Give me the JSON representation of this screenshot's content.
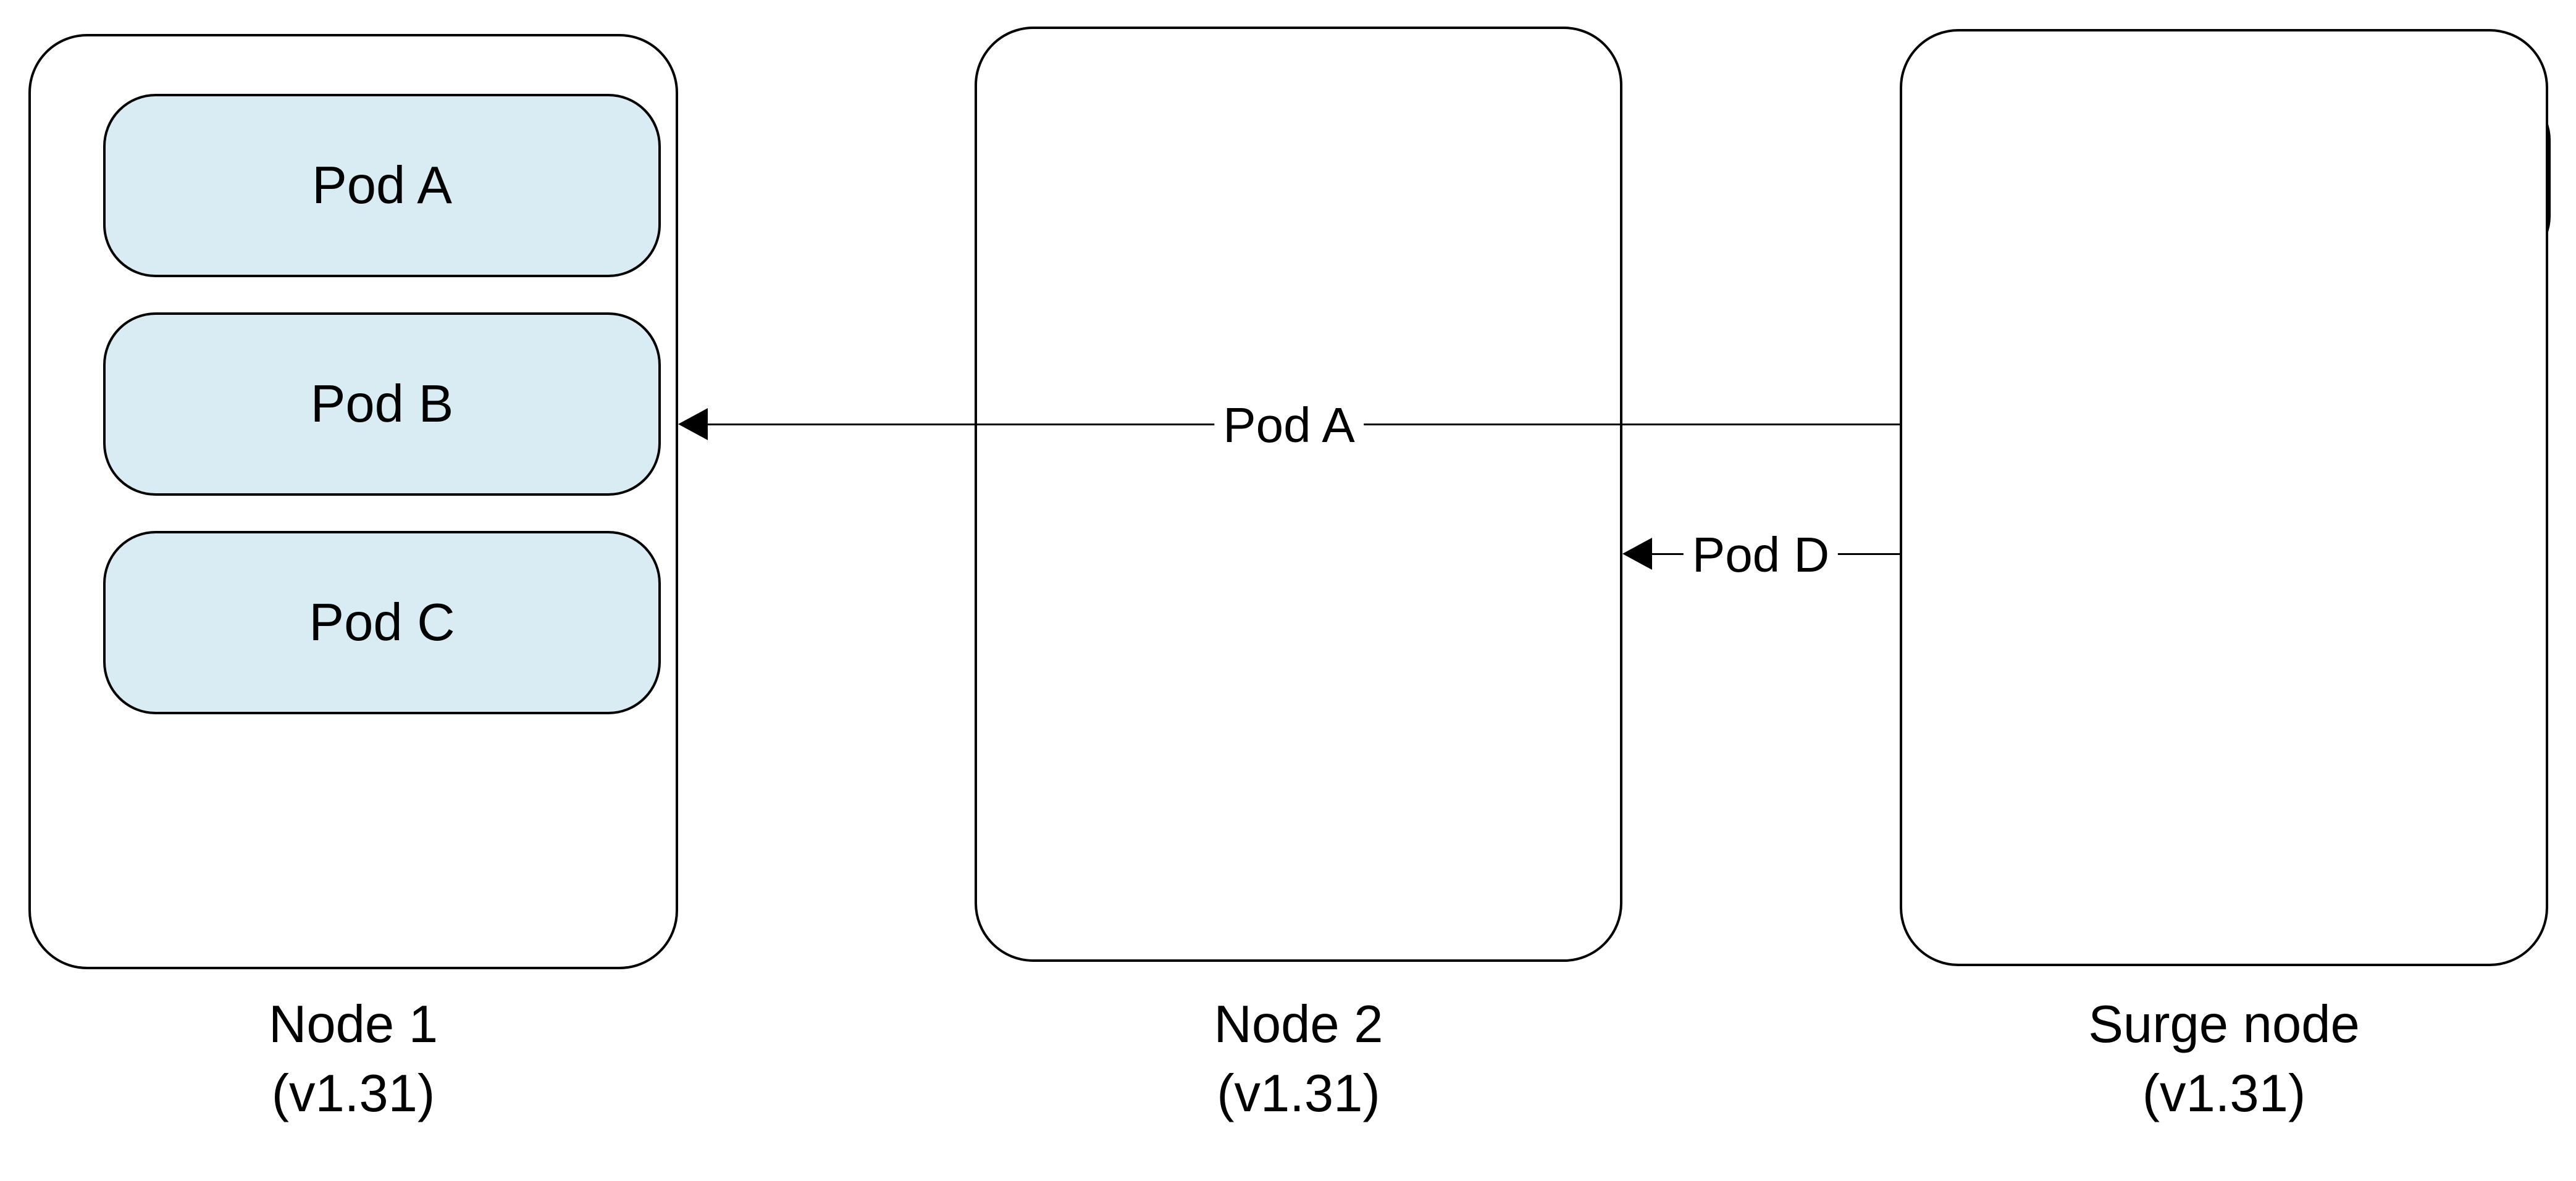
{
  "diagram": {
    "nodes": [
      {
        "id": "node1",
        "caption_line1": "Node 1",
        "caption_line2": "(v1.31)",
        "pods": [
          {
            "label": "Pod A"
          },
          {
            "label": "Pod B"
          },
          {
            "label": "Pod C"
          }
        ]
      },
      {
        "id": "node2",
        "caption_line1": "Node 2",
        "caption_line2": "(v1.31)",
        "pods": [
          {
            "label": "Pod D"
          }
        ]
      },
      {
        "id": "surge",
        "caption_line1": "Surge node",
        "caption_line2": "(v1.31)",
        "pods": []
      }
    ],
    "arrows": [
      {
        "label": "Pod A",
        "from": "surge-node-left-edge",
        "to": "node1-right-edge"
      },
      {
        "label": "Pod D",
        "from": "surge-node-left-edge",
        "to": "node2-right-edge"
      }
    ],
    "colors": {
      "pod_fill": "#d9ecf3",
      "line": "#000000",
      "background": "#ffffff"
    }
  }
}
